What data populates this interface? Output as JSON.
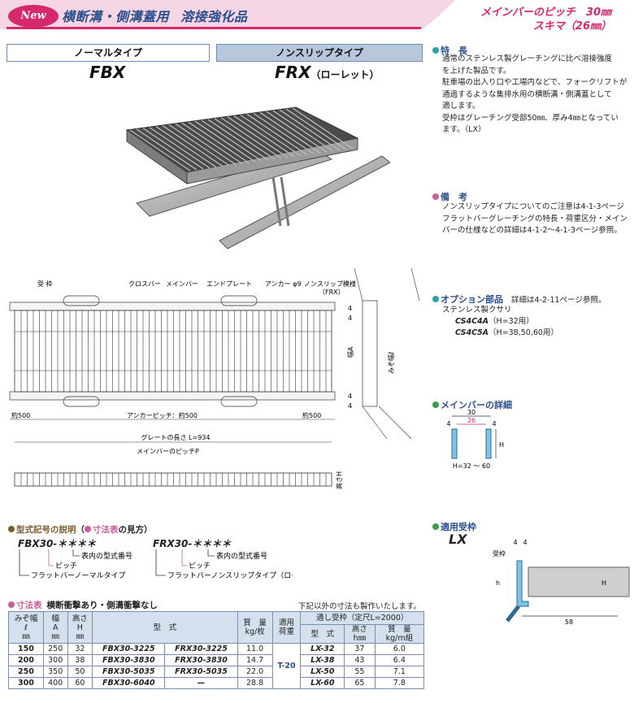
{
  "header": {
    "badge": "New",
    "title": "横断溝・側溝蓋用",
    "strength": "溶接強化品",
    "pitch": "メインバーのピッチ　30㎜",
    "gap": "スキマ（26㎜）"
  },
  "types": {
    "normal_label": "ノーマルタイプ",
    "nonslip_label": "ノンスリップタイプ",
    "normal_model": "FBX",
    "nonslip_model": "FRX",
    "nonslip_sub": "（ローレット）"
  },
  "features": {
    "heading": "特　長",
    "lines": [
      "通常のステンレス製グレーチングに比べ溶接強度",
      "を上げた製品です。",
      "駐車場の出入り口や工場内などで、フォークリフトが",
      "通過するような集排水用の横断溝・側溝蓋として",
      "適します。",
      "受枠はグレーチング受部50㎜、厚み4㎜となってい",
      "ます。（LX）"
    ]
  },
  "remarks": {
    "heading": "備　考",
    "lines": [
      "ノンスリップタイプについてのご注意は4-1-3ページ",
      "フラットバーグレーチングの特長・荷重区分・メイン",
      "バーの仕様などの詳細は4-1-2～4-1-3ページ参照。"
    ]
  },
  "options": {
    "heading": "オプション部品",
    "ref": "詳細は4-2-11ページ参照。",
    "chain": "ステンレス製クサリ",
    "c1_model": "CS4C4A",
    "c1_note": "（H=32用）",
    "c2_model": "CS4C5A",
    "c2_note": "（H=38,50,60用）"
  },
  "detail": {
    "heading": "メインバーの詳細",
    "pitch": "30",
    "gap": "26",
    "thick_l": "4",
    "thick_r": "4",
    "h_label": "H",
    "h_range": "H=32 ～ 60"
  },
  "frame": {
    "heading": "適用受枠",
    "model": "LX",
    "t1": "4",
    "t2": "4",
    "label": "受枠",
    "h": "h",
    "H": "H",
    "width": "58"
  },
  "diagram": {
    "frame": "受 枠",
    "crossbar": "クロスバー",
    "mainbar": "メインバー",
    "endplate": "エンドプレート",
    "anchor": "アンカー φ9",
    "nonslip": "ノンスリップ模様",
    "nonslip_sub": "（FRX）",
    "approx_l": "約500",
    "anchor_pitch": "アンカーピッチ：約500",
    "approx_r": "約500",
    "grate_len": "グレートの長さ L=934",
    "mainbar_pitch": "メインバーのピッチP",
    "height": "高さH",
    "width_a": "幅A",
    "inner_w": "みぞ幅ℓ",
    "t4a": "4",
    "t4b": "4",
    "t4c": "4",
    "t4d": "4"
  },
  "code": {
    "heading": "型式記号の説明",
    "heading2": "寸法表",
    "heading3": "の見方）",
    "fbx": "FBX30-＊＊＊＊",
    "frx": "FRX30-＊＊＊＊",
    "in_table": "表内の型式番号",
    "pitch": "ピッチ",
    "fbx_type": "フラットバーノーマルタイプ",
    "frx_type": "フラットバーノンスリップタイプ（ローレット）"
  },
  "table": {
    "heading": "寸法表",
    "subheading": "横断衝撃あり・側溝衝撃なし",
    "note": "下記以外の寸法も製作いたします。",
    "h_width": "みぞ幅",
    "h_width_sym": "ℓ",
    "h_width_unit": "㎜",
    "h_a": "幅",
    "h_a_sym": "A",
    "h_a_unit": "㎜",
    "h_h": "高さ",
    "h_h_sym": "H",
    "h_h_unit": "㎜",
    "h_model": "型　式",
    "h_mass": "質　量",
    "h_mass_unit": "kg/枚",
    "h_load": "適用",
    "h_load2": "荷重",
    "h_frame": "通し受枠（定尺L=2000）",
    "h_fmodel": "型　式",
    "h_fh": "高さ",
    "h_fh_unit": "h㎜",
    "h_fmass": "質　量",
    "h_fmass_unit": "kg/m組",
    "load_value": "T-20",
    "rows": [
      {
        "w": "150",
        "a": "250",
        "h": "32",
        "fbx": "FBX30-3225",
        "frx": "FRX30-3225",
        "mass": "11.0",
        "lx": "LX-32",
        "fh": "37",
        "fm": "6.0"
      },
      {
        "w": "200",
        "a": "300",
        "h": "38",
        "fbx": "FBX30-3830",
        "frx": "FRX30-3830",
        "mass": "14.7",
        "lx": "LX-38",
        "fh": "43",
        "fm": "6.4"
      },
      {
        "w": "250",
        "a": "350",
        "h": "50",
        "fbx": "FBX30-5035",
        "frx": "FRX30-5035",
        "mass": "22.0",
        "lx": "LX-50",
        "fh": "55",
        "fm": "7.1"
      },
      {
        "w": "300",
        "a": "400",
        "h": "60",
        "fbx": "FBX30-6040",
        "frx": "—",
        "mass": "28.8",
        "lx": "LX-60",
        "fh": "65",
        "fm": "7.8"
      }
    ]
  }
}
